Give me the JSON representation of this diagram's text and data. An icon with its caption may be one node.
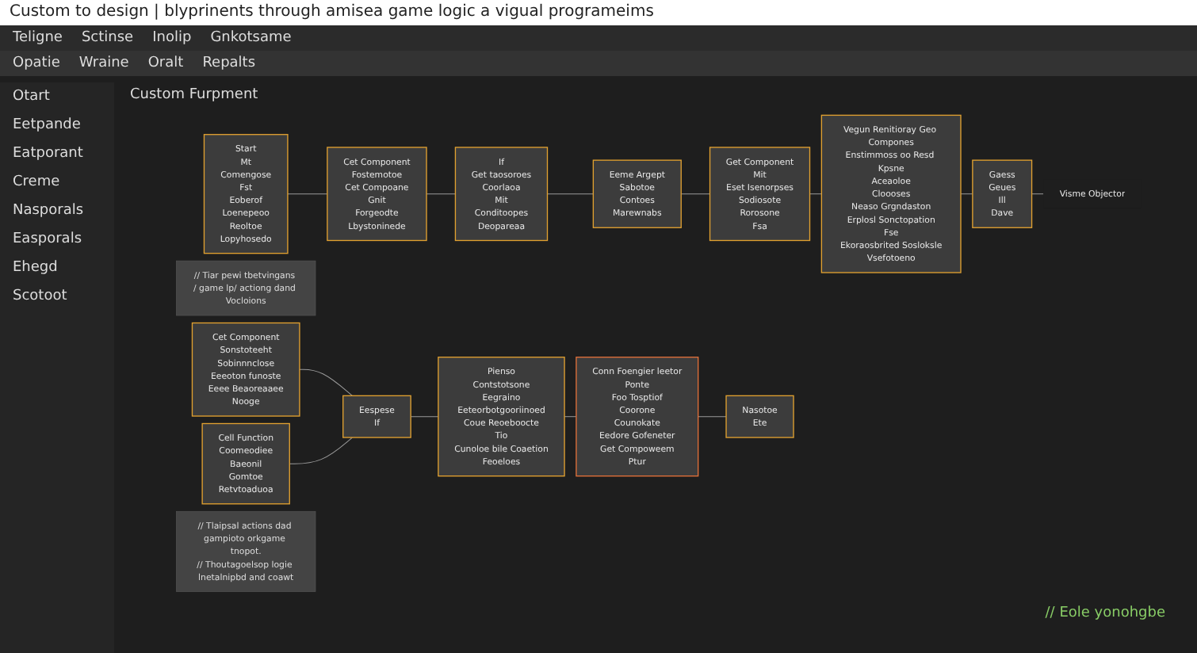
{
  "diagram": {
    "title": "Custom to design | blyprinents through amisea game logic a vigual programeims",
    "nodes": [
      {
        "text": [
          "Start",
          "Mt",
          "Comengose",
          "Fst",
          "Eoberof",
          "Loenepeoo",
          "Reoltoe",
          "Lopyhosedo"
        ]
      },
      {
        "text": [
          "Cet Component",
          "Fostemotoe",
          "Cet Compoane",
          "Gnit",
          "Forgeodte",
          "Lbystoninede"
        ]
      },
      {
        "text": [
          "If",
          "Get taosoroes",
          "Coorlaoa",
          "Mit",
          "Conditoopes",
          "Deopareaa"
        ]
      },
      {
        "text": [
          "Eeme Argept",
          "Sabotoe",
          "Contoes",
          "Marewnabs"
        ]
      },
      {
        "text": [
          "Get Component",
          "Mit",
          "Eset Isenorpses",
          "Sodiosote",
          "Rorosone",
          "Fsa"
        ]
      },
      {
        "text": [
          "Vegun Renitioray Geo Compones",
          "Enstimmoss oo Resd Kpsne",
          "Aceaoloe",
          "Cloooses",
          "Neaso Grgndaston",
          "Erplosl Sonctopation",
          "Fse",
          "Ekoraosbrited Sosloksle",
          "Vsefotoeno"
        ]
      },
      {
        "text": [
          "Gaess",
          "Geues",
          "Ill",
          "Dave"
        ]
      },
      {
        "text": [
          "Visme Objector"
        ]
      },
      {
        "text": [
          "// Tiar pewi tbetvingans / game lp/ actiong dand Vocloions"
        ]
      },
      {
        "text": [
          "Cet Component",
          "Sonstoteeht",
          "Sobinnnclose",
          "Eeeoton funoste",
          "Eeee Beaoreaaee",
          "Nooge"
        ]
      },
      {
        "text": [
          "Cell Function",
          "Coomeodiee",
          "Baeonil",
          "Gomtoe",
          "Retvtoaduoa"
        ]
      },
      {
        "text": [
          "Eespese",
          "If"
        ]
      },
      {
        "text": [
          "Pienso",
          "Contstotsone",
          "Eegraino",
          "Eeteorbotgooriinoed",
          "Coue Reoeboocte",
          "Tio",
          "Cunoloe bile Coaetion",
          "Feoeloes"
        ]
      },
      {
        "text": [
          "Conn Foengier leetor",
          "Ponte",
          "Foo Tosptiof",
          "Coorone",
          "Counokate",
          "Eedore Gofeneter",
          "Get Compoweem",
          "Ptur"
        ]
      },
      {
        "text": [
          "Nasotoe",
          "Ete"
        ]
      },
      {
        "text": [
          "// Tlaipsal actions dad gampioto orkgame tnopot.",
          "// Thoutagoelsop logie lnetalnipbd and coawt"
        ]
      }
    ],
    "edges": [
      {
        "from": 0,
        "to": 1,
        "arrow": "none"
      },
      {
        "from": 1,
        "to": 2,
        "arrow": "none"
      },
      {
        "from": 2,
        "to": 3,
        "arrow": "none"
      },
      {
        "from": 3,
        "to": 4,
        "arrow": "none"
      },
      {
        "from": 4,
        "to": 5,
        "arrow": "none"
      },
      {
        "from": 5,
        "to": 6,
        "arrow": "none"
      },
      {
        "from": 6,
        "to": 7,
        "arrow": "none"
      },
      {
        "from": 9,
        "to": 11,
        "arrow": "none"
      },
      {
        "from": 10,
        "to": 11,
        "arrow": "none"
      },
      {
        "from": 11,
        "to": 12,
        "arrow": "none"
      },
      {
        "from": 12,
        "to": 13,
        "arrow": "none"
      },
      {
        "from": 13,
        "to": 14,
        "arrow": "none"
      }
    ],
    "labels": [
      "Teligne",
      "Sctinse",
      "Inolip",
      "Gnkotsame",
      "Opatie",
      "Wraine",
      "Oralt",
      "Repalts",
      "Otart",
      "Eetpande",
      "Eatporant",
      "Creme",
      "Nasporals",
      "Easporals",
      "Ehegd",
      "Scotoot",
      "Custom Furpment",
      "// Eole yonohgbe"
    ]
  }
}
